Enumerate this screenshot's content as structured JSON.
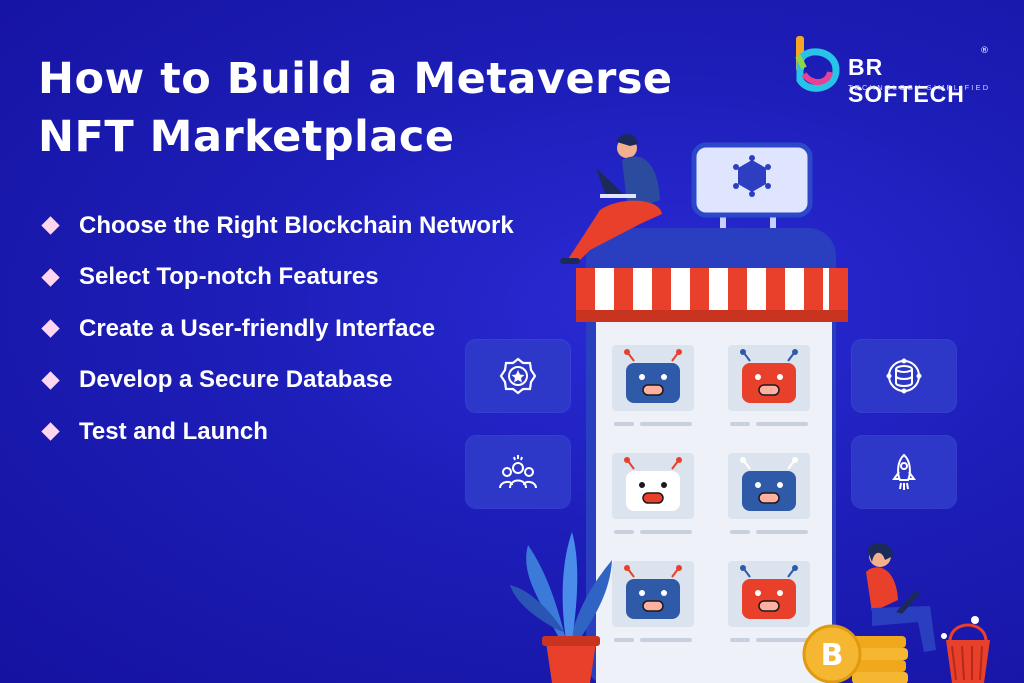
{
  "title": {
    "line1": "How to Build a Metaverse",
    "line2": "NFT Marketplace"
  },
  "bullets": [
    "Choose the Right Blockchain Network",
    "Select Top-notch Features",
    "Create a User-friendly Interface",
    "Develop a Secure Database",
    "Test and Launch"
  ],
  "logo": {
    "name": "BR SOFTECH",
    "tagline": "TECHNOLOGY SIMPLIFIED",
    "registered": "®"
  },
  "colors": {
    "background": "#1d1eb8",
    "bullet_diamond": "#ffd6f0",
    "awning_red": "#e8402a",
    "robot_blue": "#2e5aa8",
    "robot_red": "#e8402a"
  },
  "icons": {
    "sign": "blockchain-network-icon",
    "tile_top_left": "star-badge-icon",
    "tile_bottom_left": "users-group-icon",
    "tile_top_right": "database-icon",
    "tile_bottom_right": "rocket-icon"
  }
}
